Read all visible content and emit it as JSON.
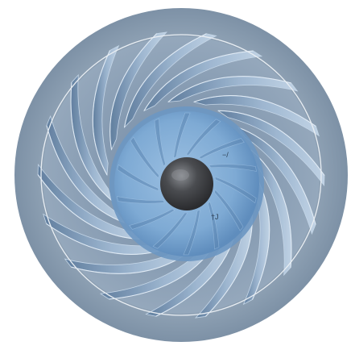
{
  "figure": {
    "subject": "impeller-render-top-view",
    "blade_count": 18,
    "hub_blade_count": 14,
    "colors": {
      "background": "#ffffff",
      "outer_disc": "#8c9fb2",
      "outer_disc_edge": "#7c90a5",
      "rim_line": "#e9eef3",
      "blade_light": "#a9c2dc",
      "blade_dark": "#5f7d9e",
      "blade_edge": "#c8d9ea",
      "hub_ring": "#6e98c4",
      "hub_face": "#88b0d6",
      "hub_blade": "#5d87b3",
      "shaft": "#3b3d40",
      "shaft_highlight": "#7a7d82"
    },
    "annotations": [
      {
        "text": "−/"
      },
      {
        "text": "†J"
      }
    ]
  }
}
